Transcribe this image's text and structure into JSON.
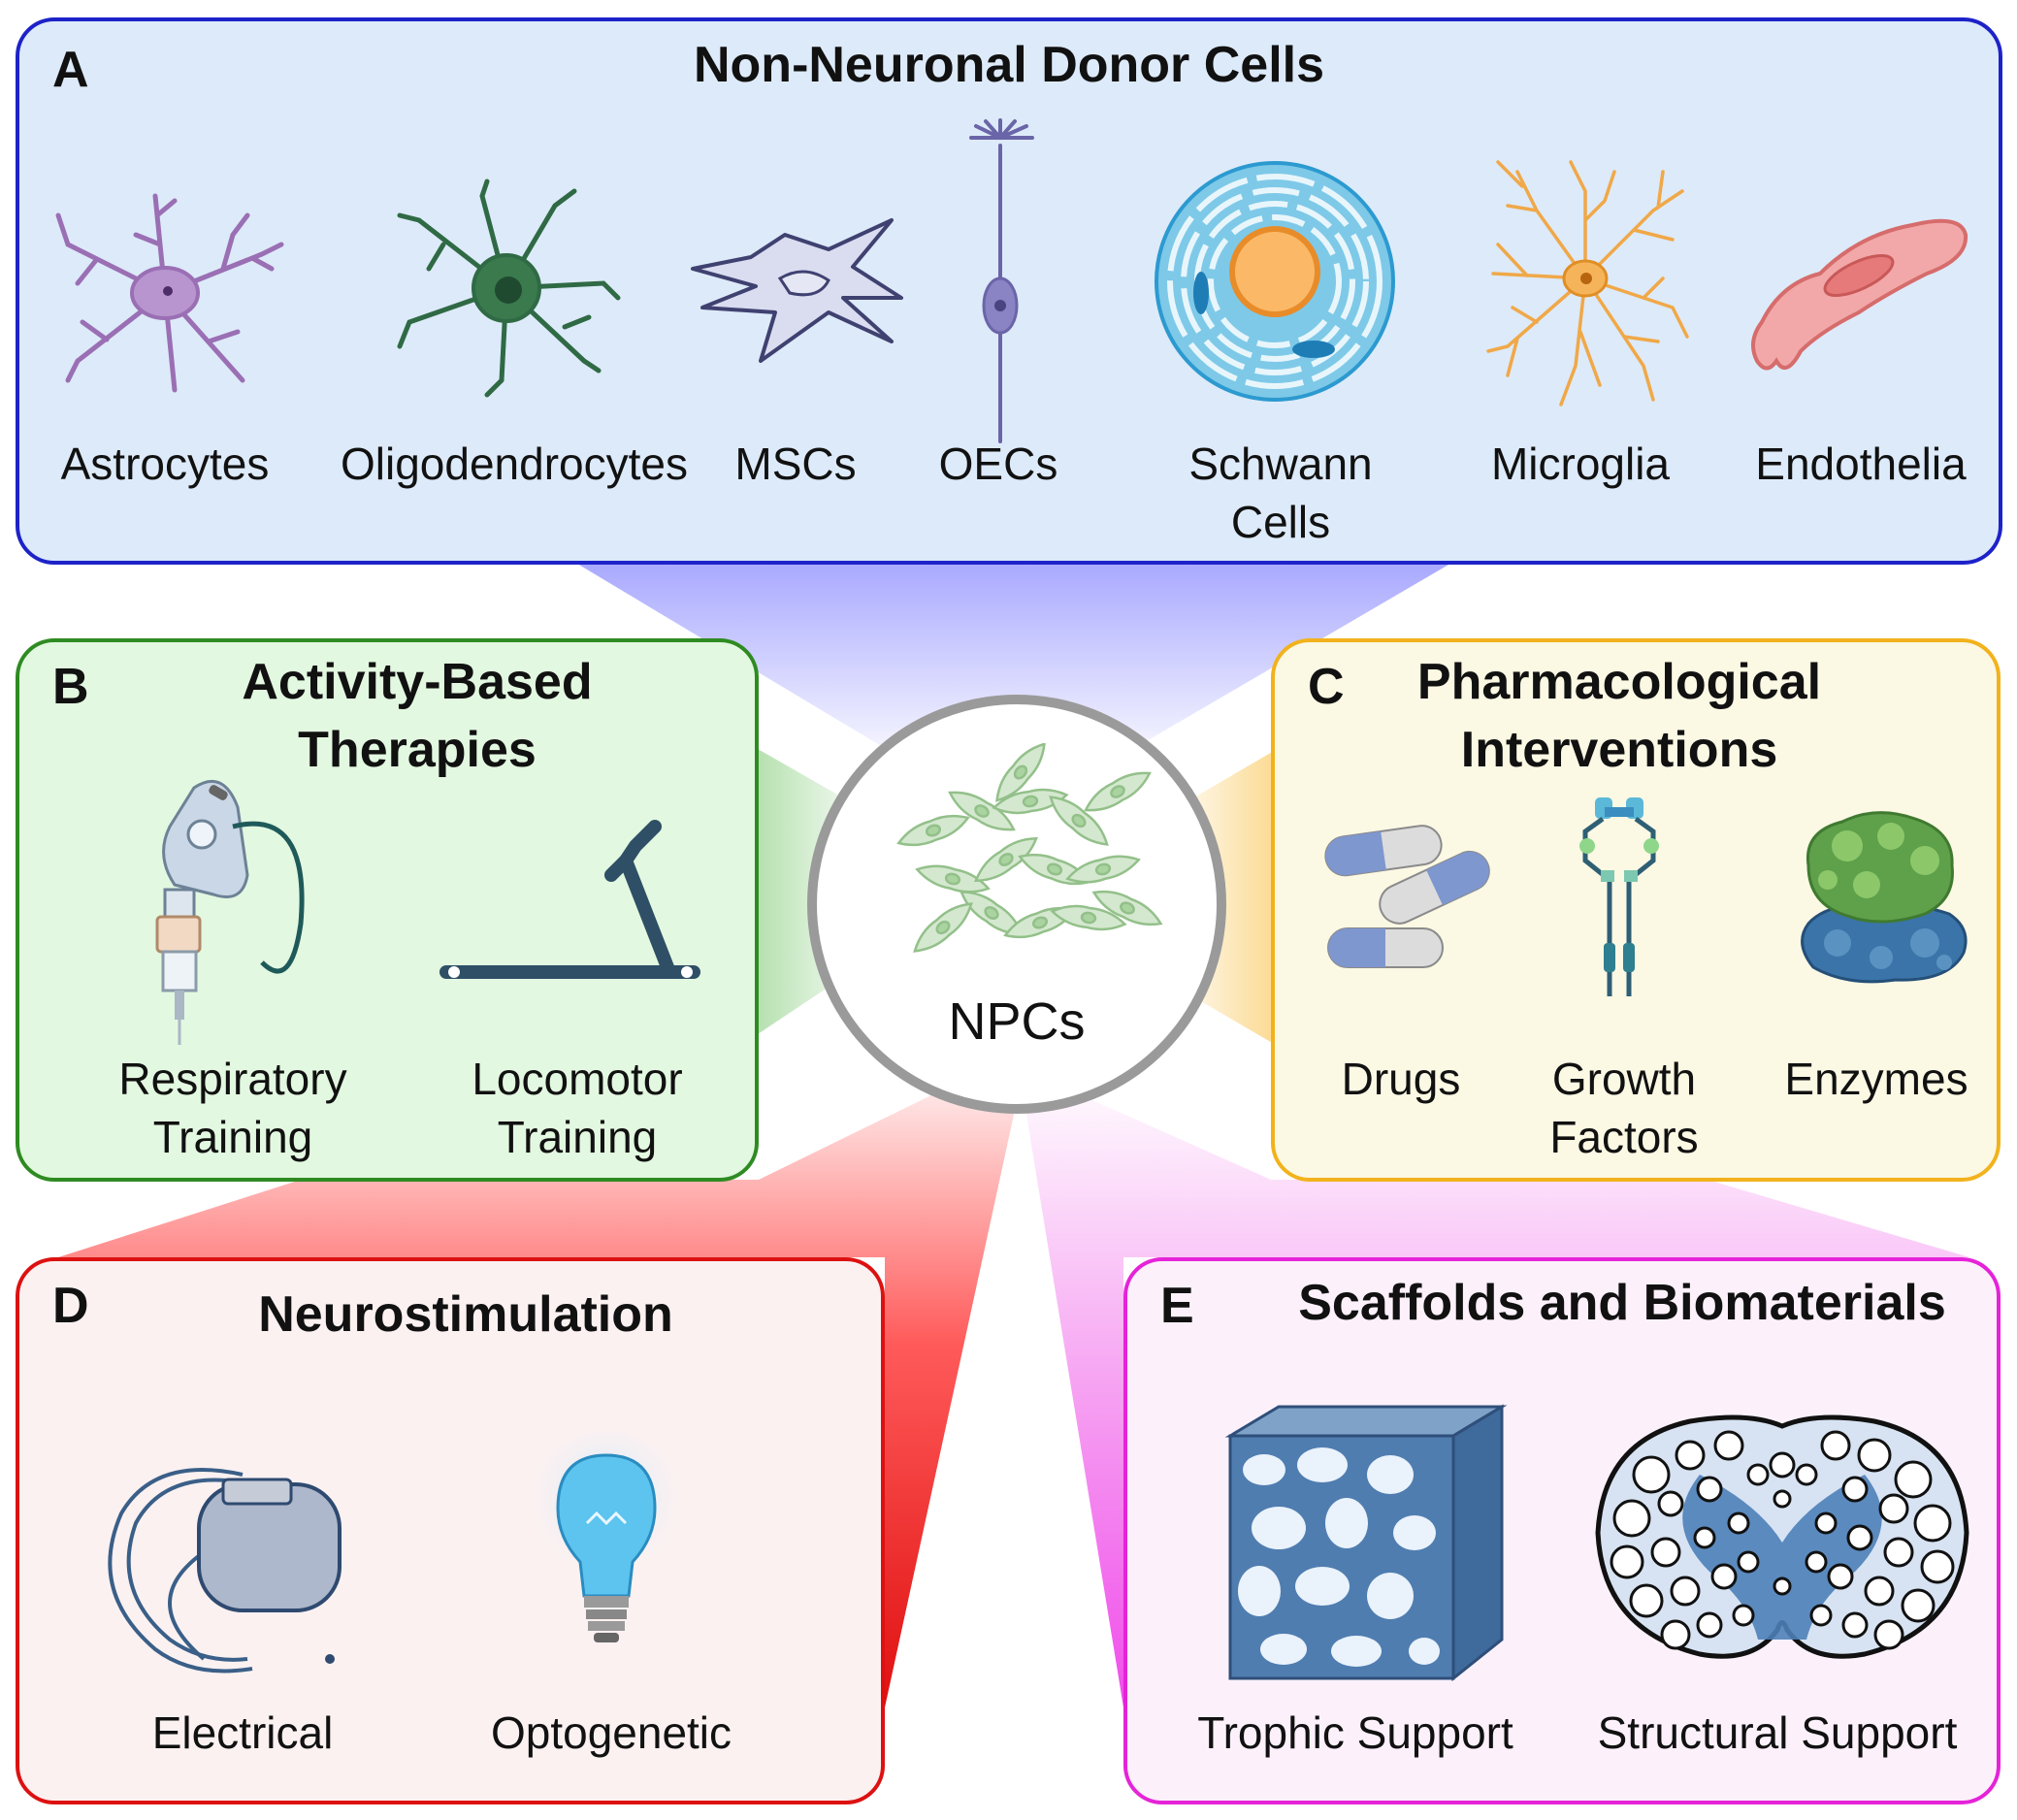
{
  "panel_a": {
    "letter": "A",
    "title": "Non-Neuronal Donor Cells",
    "items": [
      {
        "label": "Astrocytes",
        "icon": "astrocyte-icon"
      },
      {
        "label": "Oligodendrocytes",
        "icon": "oligodendrocyte-icon"
      },
      {
        "label": "MSCs",
        "icon": "msc-icon"
      },
      {
        "label": "OECs",
        "icon": "oec-icon"
      },
      {
        "label": "Schwann Cells",
        "icon": "schwann-cell-icon"
      },
      {
        "label": "Microglia",
        "icon": "microglia-icon"
      },
      {
        "label": "Endothelia",
        "icon": "endothelial-cell-icon"
      }
    ]
  },
  "panel_b": {
    "letter": "B",
    "title": "Activity-Based Therapies",
    "items": [
      {
        "label": "Respiratory Training",
        "icon": "respiratory-mask-icon"
      },
      {
        "label": "Locomotor Training",
        "icon": "treadmill-icon"
      }
    ]
  },
  "panel_c": {
    "letter": "C",
    "title": "Pharmacological Interventions",
    "items": [
      {
        "label": "Drugs",
        "icon": "pills-icon"
      },
      {
        "label": "Growth Factors",
        "icon": "growth-factor-receptor-icon"
      },
      {
        "label": "Enzymes",
        "icon": "enzyme-protein-icon"
      }
    ]
  },
  "panel_d": {
    "letter": "D",
    "title": "Neurostimulation",
    "items": [
      {
        "label": "Electrical",
        "icon": "stimulator-device-icon"
      },
      {
        "label": "Optogenetic",
        "icon": "light-bulb-icon"
      }
    ]
  },
  "panel_e": {
    "letter": "E",
    "title": "Scaffolds and Biomaterials",
    "items": [
      {
        "label": "Trophic Support",
        "icon": "porous-scaffold-icon"
      },
      {
        "label": "Structural Support",
        "icon": "spinal-cord-scaffold-icon"
      }
    ]
  },
  "center": {
    "label": "NPCs",
    "icon": "npc-cells-icon"
  },
  "colors": {
    "panel_a": "#1d22c8",
    "panel_b": "#2e8b22",
    "panel_c": "#f2b21c",
    "panel_d": "#dd1111",
    "panel_e": "#e523d8",
    "center_ring": "#9a9a9a"
  }
}
